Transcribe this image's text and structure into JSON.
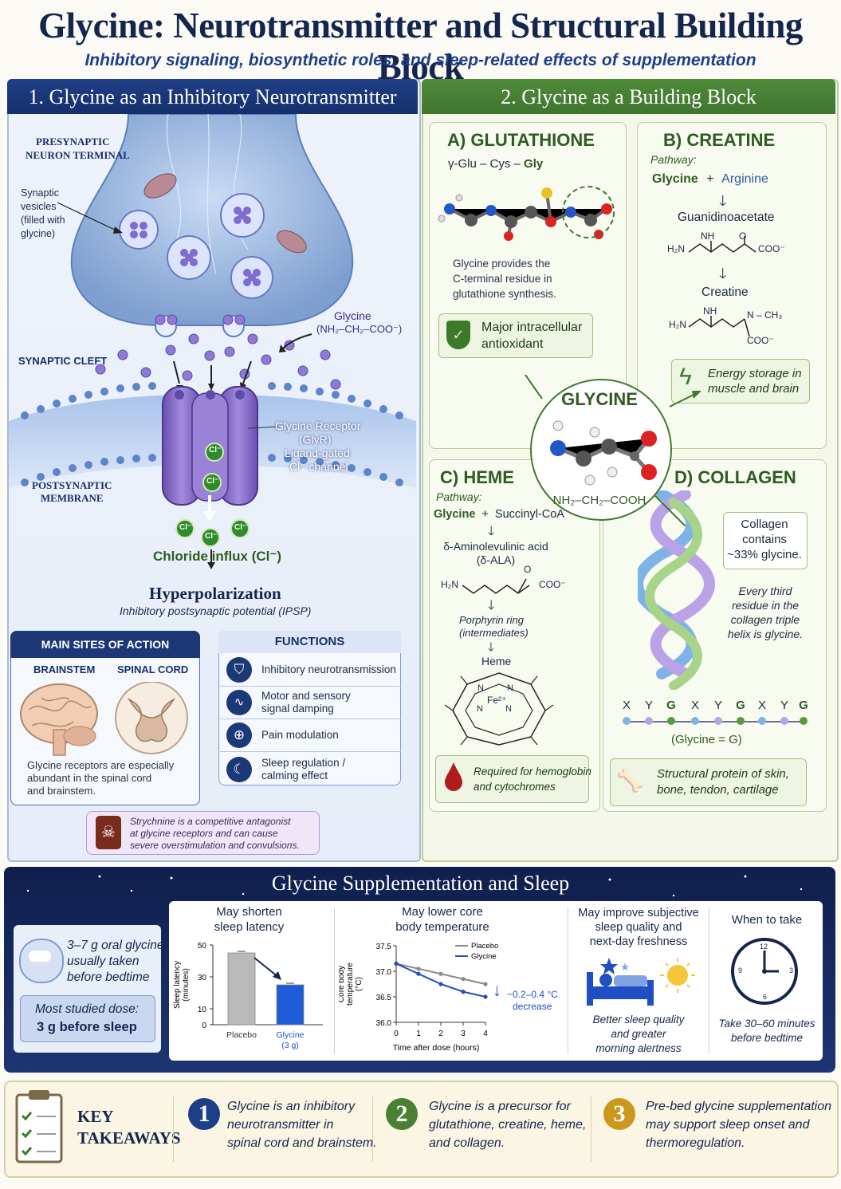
{
  "header": {
    "title": "Glycine: Neurotransmitter and Structural Building Block",
    "subtitle": "Inhibitory signaling, biosynthetic roles, and sleep-related effects of supplementation"
  },
  "section1": {
    "title": "1. Glycine as an Inhibitory Neurotransmitter",
    "presynaptic_1": "PRESYNAPTIC",
    "presynaptic_2": "NEURON TERMINAL",
    "vesicles_1": "Synaptic",
    "vesicles_2": "vesicles",
    "vesicles_3": "(filled with",
    "vesicles_4": "glycine)",
    "glycine_label": "Glycine",
    "glycine_formula": "(NH₂–CH₂–COO⁻)",
    "synaptic_cleft": "SYNAPTIC CLEFT",
    "receptor_1": "Glycine Receptor",
    "receptor_2": "(GlyR)",
    "receptor_3": "Ligand-gated",
    "receptor_4": "Cl⁻ channel",
    "postsynaptic_1": "POSTSYNAPTIC",
    "postsynaptic_2": "MEMBRANE",
    "ion": "Cl⁻",
    "chloride_influx": "Chloride influx (Cl⁻)",
    "hyperpolarization": "Hyperpolarization",
    "ipsp": "Inhibitory postsynaptic potential (IPSP)",
    "sites": {
      "title": "MAIN SITES OF ACTION",
      "brainstem": "BRAINSTEM",
      "spinal_cord": "SPINAL CORD",
      "note_1": "Glycine receptors are especially",
      "note_2": "abundant in the spinal cord",
      "note_3": "and brainstem."
    },
    "functions": {
      "title": "FUNCTIONS",
      "items": [
        {
          "line1": "Inhibitory neurotransmission",
          "line2": "",
          "icon": "shield-icon"
        },
        {
          "line1": "Motor and sensory",
          "line2": "signal damping",
          "icon": "waveform-icon"
        },
        {
          "line1": "Pain modulation",
          "line2": "",
          "icon": "target-icon"
        },
        {
          "line1": "Sleep regulation /",
          "line2": "calming effect",
          "icon": "moon-icon"
        }
      ]
    },
    "strychnine_1": "Strychnine is a competitive antagonist",
    "strychnine_2": "at glycine receptors and can cause",
    "strychnine_3": "severe overstimulation and convulsions."
  },
  "section2": {
    "title": "2. Glycine as a Building Block",
    "center_label": "GLYCINE",
    "center_formula": "NH₂–CH₂–COOH",
    "glutathione": {
      "title": "A) GLUTATHIONE",
      "seq_prefix": "γ-Glu – Cys – ",
      "seq_gly": "Gly",
      "desc_1": "Glycine provides the",
      "desc_2": "C-terminal residue in",
      "desc_3": "glutathione synthesis.",
      "tag_1": "Major intracellular",
      "tag_2": "antioxidant"
    },
    "creatine": {
      "title": "B) CREATINE",
      "pathway": "Pathway:",
      "glycine": "Glycine",
      "plus": "+",
      "arginine": "Arginine",
      "intermediate": "Guanidinoacetate",
      "product": "Creatine",
      "tag_1": "Energy storage in",
      "tag_2": "muscle and brain",
      "f_nh": "NH",
      "f_o": "O",
      "f_h2n": "H₂N",
      "f_coo": "COO⁻",
      "f_nch3": "N – CH₃"
    },
    "heme": {
      "title": "C) HEME",
      "pathway": "Pathway:",
      "glycine": "Glycine",
      "plus": "+",
      "partner": "Succinyl-CoA",
      "ala_1": "δ-Aminolevulinic acid",
      "ala_2": "(δ-ALA)",
      "porphyrin_1": "Porphyrin ring",
      "porphyrin_2": "(intermediates)",
      "heme_label": "Heme",
      "fe": "Fe²⁺",
      "n": "N",
      "f_h2n": "H₂N",
      "f_o": "O",
      "f_coo": "COO⁻",
      "tag_1": "Required for hemoglobin",
      "tag_2": "and cytochromes"
    },
    "collagen": {
      "title": "D) COLLAGEN",
      "box_1": "Collagen",
      "box_2": "contains",
      "box_3": "~33% glycine.",
      "desc_1": "Every third",
      "desc_2": "residue in the",
      "desc_3": "collagen triple",
      "desc_4": "helix is glycine.",
      "seq": [
        "X",
        "Y",
        "G",
        "X",
        "Y",
        "G",
        "X",
        "Y",
        "G"
      ],
      "legend": "(Glycine = G)",
      "tag_1": "Structural protein of skin,",
      "tag_2": "bone, tendon, cartilage"
    }
  },
  "sleep": {
    "title": "Glycine Supplementation and Sleep",
    "dose_1": "3–7 g oral glycine,",
    "dose_2": "usually taken",
    "dose_3": "before bedtime",
    "studied_1": "Most studied dose:",
    "studied_2": "3 g before sleep",
    "latency_title_1": "May shorten",
    "latency_title_2": "sleep latency",
    "temp_title_1": "May lower core",
    "temp_title_2": "body temperature",
    "temp_note_1": "~0.2–0.4 °C",
    "temp_note_2": "decrease",
    "quality_title_1": "May improve subjective",
    "quality_title_2": "sleep quality and",
    "quality_title_3": "next-day freshness",
    "quality_1": "Better sleep quality",
    "quality_2": "and greater",
    "quality_3": "morning alertness",
    "when_title": "When to take",
    "when_1": "Take 30–60 minutes",
    "when_2": "before bedtime",
    "clock_12": "12",
    "clock_3": "3",
    "clock_6": "6",
    "clock_9": "9"
  },
  "chart_data": [
    {
      "type": "bar",
      "categories": [
        "Placebo",
        "Glycine (3 g)"
      ],
      "cat_line1": [
        "Placebo",
        "Glycine"
      ],
      "cat_line2": [
        "",
        "(3 g)"
      ],
      "values": [
        45,
        25
      ],
      "ylabel": "Sleep latency (minutes)",
      "ylabel_1": "Sleep latency",
      "ylabel_2": "(minutes)",
      "ylim": [
        0,
        50
      ],
      "yticks": [
        "0",
        "10",
        "30",
        "50"
      ],
      "colors": [
        "#b9b9b9",
        "#1f5bd6"
      ]
    },
    {
      "type": "line",
      "x": [
        0,
        1,
        2,
        3,
        4
      ],
      "xticks": [
        "0",
        "1",
        "2",
        "3",
        "4"
      ],
      "xlabel": "Time after dose (hours)",
      "ylabel": "Core body temperature (°C)",
      "ylabel_1": "Core body",
      "ylabel_2": "temperature",
      "ylabel_3": "(°C)",
      "ylim": [
        36.0,
        37.5
      ],
      "yticks": [
        "36.0",
        "36.5",
        "37.0",
        "37.5"
      ],
      "legend": "top-right",
      "series": [
        {
          "name": "Placebo",
          "values": [
            37.15,
            37.05,
            36.95,
            36.85,
            36.75
          ],
          "color": "#8a8a8a"
        },
        {
          "name": "Glycine (3 g)",
          "values": [
            37.15,
            36.95,
            36.75,
            36.6,
            36.5
          ],
          "color": "#1f4fc2"
        }
      ]
    }
  ],
  "takeaways": {
    "title_1": "KEY",
    "title_2": "TAKEAWAYS",
    "items": [
      {
        "num": "1",
        "l1": "Glycine is an inhibitory",
        "l2": "neurotransmitter in",
        "l3": "spinal cord and brainstem.",
        "color": "#1d3f86"
      },
      {
        "num": "2",
        "l1": "Glycine is a precursor for",
        "l2": "glutathione, creatine, heme,",
        "l3": "and collagen.",
        "color": "#4a7f34"
      },
      {
        "num": "3",
        "l1": "Pre-bed glycine supplementation",
        "l2": "may support sleep onset and",
        "l3": "thermoregulation.",
        "color": "#c9981c"
      }
    ]
  }
}
